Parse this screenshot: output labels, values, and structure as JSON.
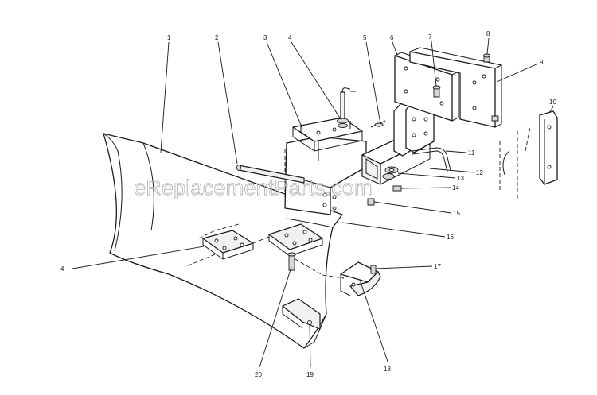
{
  "watermark": "eReplacementParts.com",
  "callouts": {
    "c1": "1",
    "c2": "2",
    "c3": "3",
    "c4a": "4",
    "c4b": "4",
    "c5": "5",
    "c6": "6",
    "c7": "7",
    "c8": "8",
    "c9": "9",
    "c10": "10",
    "c11": "11",
    "c12": "12",
    "c13": "13",
    "c14": "14",
    "c15": "15",
    "c16": "16",
    "c17": "17",
    "c18": "18",
    "c19": "19",
    "c20": "20"
  }
}
